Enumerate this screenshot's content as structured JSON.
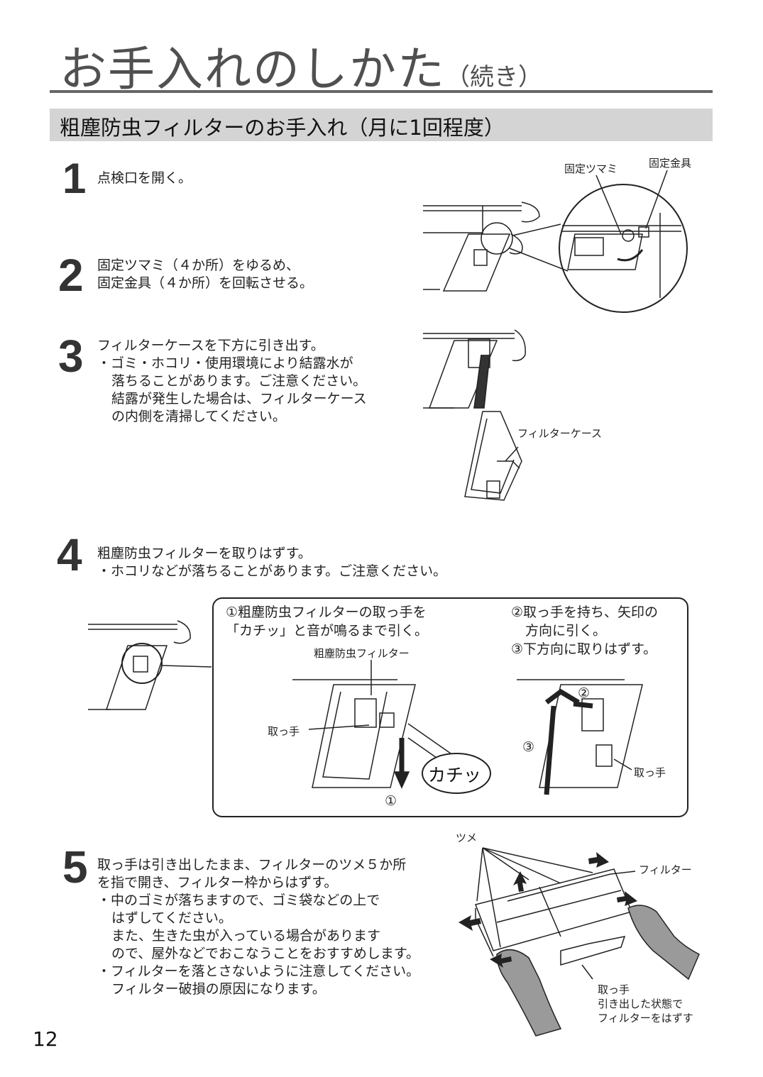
{
  "title": {
    "main": "お手入れのしかた",
    "sub": "（続き）"
  },
  "section": {
    "heading": "粗塵防虫フィルターのお手入れ（月に1回程度）"
  },
  "steps": {
    "s1": {
      "num": "1",
      "lines": [
        "点検口を開く。"
      ]
    },
    "s2": {
      "num": "2",
      "lines": [
        "固定ツマミ（４か所）をゆるめ、",
        "固定金具（４か所）を回転させる。"
      ]
    },
    "s3": {
      "num": "3",
      "lines": [
        "フィルターケースを下方に引き出す。",
        "・ゴミ・ホコリ・使用環境により結露水が",
        "落ちることがあります。ご注意ください。",
        "結露が発生した場合は、フィルターケース",
        "の内側を清掃してください。"
      ]
    },
    "s4": {
      "num": "4",
      "lines": [
        "粗塵防虫フィルターを取りはずす。",
        "・ホコリなどが落ちることがあります。ご注意ください。"
      ]
    },
    "s5": {
      "num": "5",
      "lines": [
        "取っ手は引き出したまま、フィルターのツメ５か所",
        "を指で開き、フィルター枠からはずす。",
        "・中のゴミが落ちますので、ゴミ袋などの上で",
        "はずしてください。",
        "また、生きた虫が入っている場合があります",
        "ので、屋外などでおこなうことをおすすめします。",
        "・フィルターを落とさないように注意してください。",
        "フィルター破損の原因になります。"
      ]
    }
  },
  "labels": {
    "knob": "固定ツマミ",
    "bracket": "固定金具",
    "filter_case": "フィルターケース",
    "coarse_filter": "粗塵防虫フィルター",
    "handle": "取っ手",
    "click": "カチッ",
    "circ1": "①",
    "circ2": "②",
    "circ3": "③",
    "claw": "ツメ",
    "filter": "フィルター",
    "handle_note": [
      "取っ手",
      "引き出した状態で",
      "フィルターをはずす"
    ]
  },
  "box4": {
    "left": [
      "①粗塵防虫フィルターの取っ手を",
      "「カチッ」と音が鳴るまで引く。"
    ],
    "right": [
      "②取っ手を持ち、矢印の",
      "方向に引く。",
      "③下方向に取りはずす。"
    ]
  },
  "page_number": "12"
}
